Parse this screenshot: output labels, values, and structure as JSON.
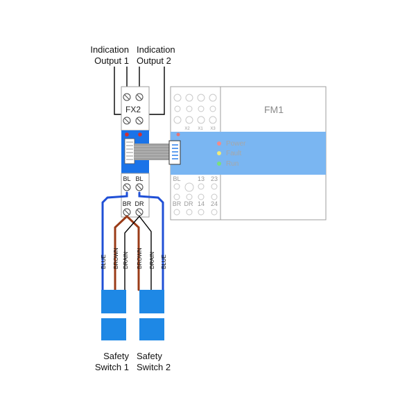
{
  "outputs": [
    {
      "line1": "Indication",
      "line2": "Output 1"
    },
    {
      "line1": "Indication",
      "line2": "Output 2"
    }
  ],
  "fx2": {
    "name": "FX2",
    "top_terminals": [
      "BL",
      "BL"
    ],
    "bottom_terminals": [
      "BR",
      "DR"
    ]
  },
  "fm1": {
    "name": "FM1",
    "top_terminal_labels": [
      "X2",
      "X1",
      "X3"
    ],
    "mid_terminal_labels": [
      "BL",
      "13",
      "23"
    ],
    "bottom_terminal_labels": [
      "BR",
      "DR",
      "14",
      "24"
    ],
    "leds": [
      {
        "label": "Power",
        "color": "#f28b8b"
      },
      {
        "label": "Fault",
        "color": "#f0ea7a"
      },
      {
        "label": "Run",
        "color": "#7be07b"
      }
    ]
  },
  "wires": {
    "switch1": [
      "BLUE",
      "BROWN",
      "DRAIN"
    ],
    "switch2": [
      "BROWN",
      "DRAIN",
      "BLUE"
    ]
  },
  "switches": [
    {
      "line1": "Safety",
      "line2": "Switch 1"
    },
    {
      "line1": "Safety",
      "line2": "Switch 2"
    }
  ],
  "colors": {
    "blue_wire": "#1f4fd6",
    "brown_wire": "#9a3b17",
    "module_blue": "#1a73e8",
    "band_blue": "#7ab6f2",
    "switch_blue": "#1e88e5",
    "fm1_outline": "#9e9e9e",
    "led_red": "#d32f2f"
  }
}
